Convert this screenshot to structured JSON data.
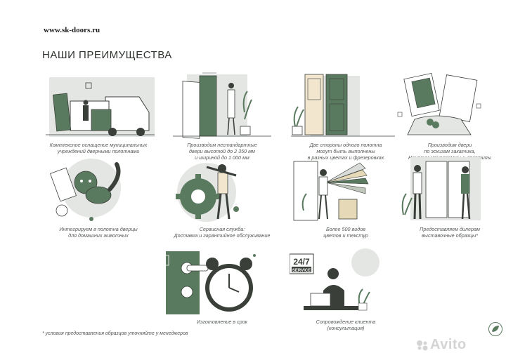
{
  "header": {
    "site_url": "www.sk-doors.ru",
    "title": "НАШИ ПРЕИМУЩЕСТВА"
  },
  "colors": {
    "accent_green": "#5a7a5f",
    "soft_gray": "#d9dcd8",
    "line": "#3a3f3a"
  },
  "advantages": [
    {
      "lines": [
        "Комплексное оснащение муниципальных",
        "учреждений дверными полотнами"
      ]
    },
    {
      "lines": [
        "Производим нестандартные",
        "двери высотой до 2 350 мм",
        "и шириной до 1 000 мм"
      ]
    },
    {
      "lines": [
        "Две стороны одного полотна",
        "могут быть выполнены",
        "в разных цветах и фрезеровках"
      ]
    },
    {
      "lines": [
        "Производим двери",
        "по эскизам заказчика,",
        "Наносим монограммы и логотипы"
      ]
    },
    {
      "lines": [
        "Интегрируем в полотна дверцы",
        "для домашних животных"
      ]
    },
    {
      "lines": [
        "Сервисная служба:",
        "Доставка и гарантийное обслуживание"
      ]
    },
    {
      "lines": [
        "Более 500 видов",
        "цветов и текстур"
      ]
    },
    {
      "lines": [
        "Предоставляем дилерам",
        "выставочные образцы*"
      ]
    },
    {
      "lines": [
        "Изготовление в срок"
      ]
    },
    {
      "lines": [
        "Сопровождение клиента",
        "(консультация)"
      ]
    }
  ],
  "service_badge": {
    "hours": "24/7",
    "label": "SERVICE"
  },
  "footnote": "* условия предоставления образцов уточняйте у менеджеров",
  "watermark": "Avito"
}
